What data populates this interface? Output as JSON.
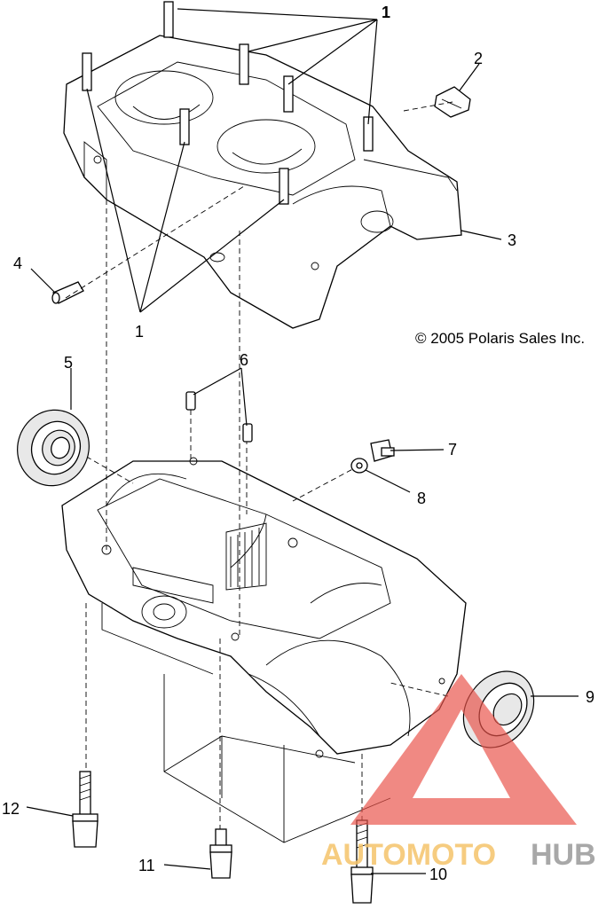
{
  "callouts": {
    "c1_top": "1",
    "c1_bottom": "1",
    "c2": "2",
    "c3": "3",
    "c4": "4",
    "c5": "5",
    "c6": "6",
    "c7": "7",
    "c8": "8",
    "c9": "9",
    "c10": "10",
    "c11": "11",
    "c12": "12"
  },
  "copyright": "© 2005 Polaris Sales Inc.",
  "watermark": {
    "part_a": "AUTOMOTO",
    "part_b": "HUB",
    "colors": {
      "triangle": "#e8524a",
      "text_a": "#f5c46a",
      "text_b": "#9a9a9a"
    }
  }
}
